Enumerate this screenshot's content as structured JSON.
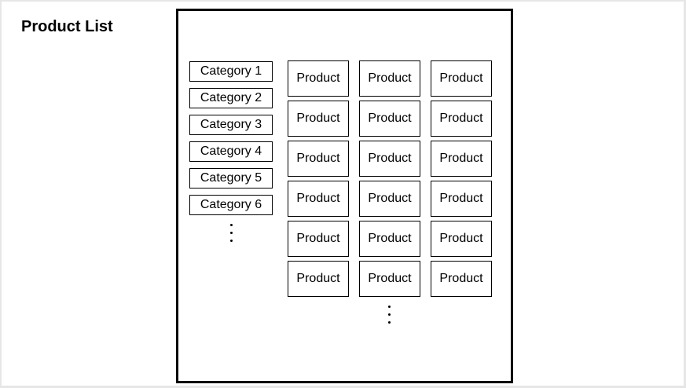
{
  "page": {
    "title": "Product List"
  },
  "categories": [
    {
      "label": "Category 1"
    },
    {
      "label": "Category 2"
    },
    {
      "label": "Category 3"
    },
    {
      "label": "Category 4"
    },
    {
      "label": "Category 5"
    },
    {
      "label": "Category 6"
    }
  ],
  "categories_more": "⋮",
  "products": [
    {
      "label": "Product"
    },
    {
      "label": "Product"
    },
    {
      "label": "Product"
    },
    {
      "label": "Product"
    },
    {
      "label": "Product"
    },
    {
      "label": "Product"
    },
    {
      "label": "Product"
    },
    {
      "label": "Product"
    },
    {
      "label": "Product"
    },
    {
      "label": "Product"
    },
    {
      "label": "Product"
    },
    {
      "label": "Product"
    },
    {
      "label": "Product"
    },
    {
      "label": "Product"
    },
    {
      "label": "Product"
    },
    {
      "label": "Product"
    },
    {
      "label": "Product"
    },
    {
      "label": "Product"
    }
  ],
  "products_more": "⋮",
  "colors": {
    "background": "#ffffff",
    "outer_background": "#e6e6e6",
    "stroke": "#000000",
    "text": "#000000"
  }
}
